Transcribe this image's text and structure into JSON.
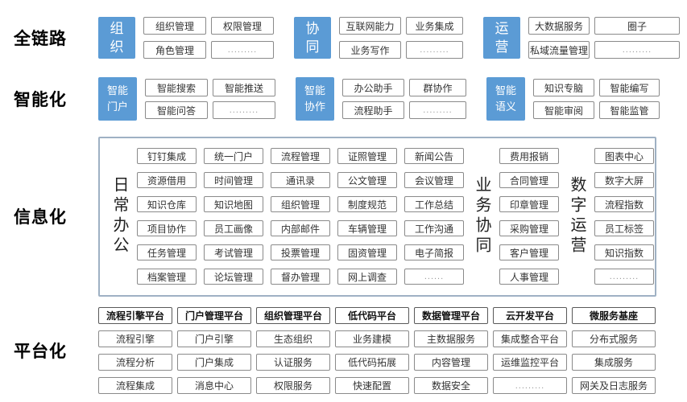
{
  "colors": {
    "accent_blue": "#5b9bd5",
    "box_border": "#8a8a8a",
    "header_border": "#595959",
    "frame_border": "#9fb1c4"
  },
  "full_chain": {
    "label": "全链路",
    "groups": [
      {
        "title": "组织",
        "items": [
          "组织管理",
          "权限管理",
          "角色管理",
          "........."
        ]
      },
      {
        "title": "协同",
        "items": [
          "互联网能力",
          "业务集成",
          "业务写作",
          "........."
        ]
      },
      {
        "title": "运营",
        "items": [
          "大数据服务",
          "圈子",
          "私域流量管理",
          "........."
        ]
      }
    ]
  },
  "intelligent": {
    "label": "智能化",
    "groups": [
      {
        "title": "智能门户",
        "items": [
          "智能搜索",
          "智能推送",
          "智能问答",
          "........."
        ]
      },
      {
        "title": "智能协作",
        "items": [
          "办公助手",
          "群协作",
          "流程助手",
          "........."
        ]
      },
      {
        "title": "智能语义",
        "items": [
          "知识专脑",
          "智能编写",
          "智能审阅",
          "智能监管"
        ]
      }
    ]
  },
  "information": {
    "label": "信息化",
    "sections": [
      {
        "title": "日常办公",
        "columns": [
          [
            "钉钉集成",
            "资源借用",
            "知识仓库",
            "项目协作",
            "任务管理",
            "档案管理"
          ],
          [
            "统一门户",
            "时间管理",
            "知识地图",
            "员工画像",
            "考试管理",
            "论坛管理"
          ],
          [
            "流程管理",
            "通讯录",
            "组织管理",
            "内部邮件",
            "投票管理",
            "督办管理"
          ],
          [
            "证照管理",
            "公文管理",
            "制度规范",
            "车辆管理",
            "固资管理",
            "网上调查"
          ],
          [
            "新闻公告",
            "会议管理",
            "工作总结",
            "工作沟通",
            "电子简报",
            "......"
          ]
        ]
      },
      {
        "title": "业务协同",
        "columns": [
          [
            "费用报销",
            "合同管理",
            "印章管理",
            "采购管理",
            "客户管理",
            "人事管理"
          ]
        ]
      },
      {
        "title": "数字运营",
        "columns": [
          [
            "图表中心",
            "数字大屏",
            "流程指数",
            "员工标签",
            "知识指数",
            "........."
          ]
        ]
      }
    ]
  },
  "platform": {
    "label": "平台化",
    "columns": [
      {
        "header": "流程引擎平台",
        "items": [
          "流程引擎",
          "流程分析",
          "流程集成"
        ]
      },
      {
        "header": "门户管理平台",
        "items": [
          "门户引擎",
          "门户集成",
          "消息中心"
        ]
      },
      {
        "header": "组织管理平台",
        "items": [
          "生态组织",
          "认证服务",
          "权限服务"
        ]
      },
      {
        "header": "低代码平台",
        "items": [
          "业务建模",
          "低代码拓展",
          "快速配置"
        ]
      },
      {
        "header": "数据管理平台",
        "items": [
          "主数据服务",
          "内容管理",
          "数据安全"
        ]
      },
      {
        "header": "云开发平台",
        "items": [
          "集成整合平台",
          "运维监控平台",
          "........."
        ]
      },
      {
        "header": "微服务基座",
        "items": [
          "分布式服务",
          "集成服务",
          "网关及日志服务"
        ]
      }
    ]
  }
}
